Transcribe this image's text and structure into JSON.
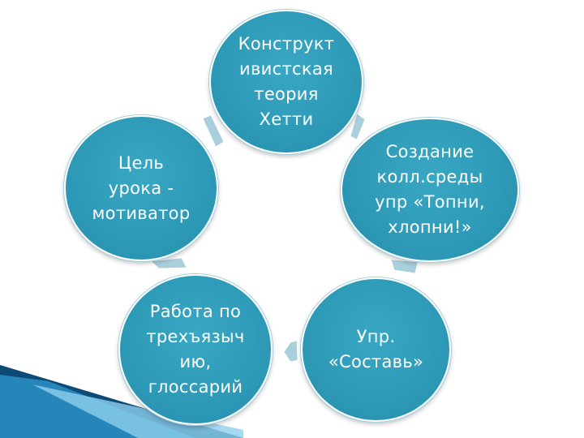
{
  "cycle": {
    "nodes": [
      {
        "label": "Конструкт\nивистская\nтеория\nХетти"
      },
      {
        "label": "Создание\nколл.среды\nупр «Топни,\nхлопни!»"
      },
      {
        "label": "Упр.\n«Составь»"
      },
      {
        "label": "Работа по\nтрехъязыч\nию,\nглоссарий"
      },
      {
        "label": "Цель\nурока -\nмотиватор"
      }
    ],
    "node_color": "#2b97b5",
    "arrow_color": "#a9cfdd"
  },
  "decoration": {
    "ribbon_colors": [
      "#0e4a78",
      "#2a8fc4",
      "#8fd0ee"
    ]
  }
}
